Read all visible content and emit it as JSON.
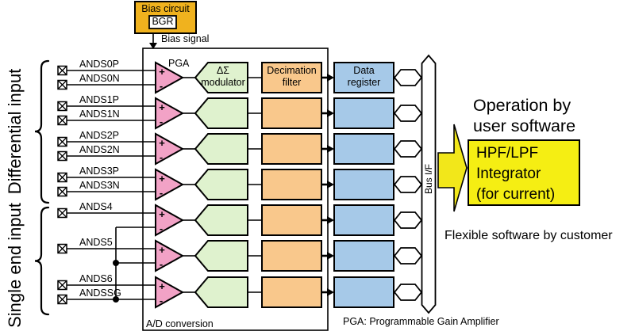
{
  "colors": {
    "pga_pink": "#F2A2C6",
    "modulator_green": "#DFF2CE",
    "decimation_orange": "#F9C88C",
    "register_blue": "#A6C9E8",
    "bias_gold": "#F0B21E",
    "software_yellow": "#F5EE13",
    "arrow_yellow": "#F2E71A"
  },
  "bias": {
    "circuit_label": "Bias circuit",
    "bgr_label": "BGR",
    "signal_label": "Bias signal"
  },
  "input_groups": {
    "differential": "Differential input",
    "single_end": "Single end input"
  },
  "pins": {
    "labels": [
      "ANDS0P",
      "ANDS0N",
      "ANDS1P",
      "ANDS1N",
      "ANDS2P",
      "ANDS2N",
      "ANDS3P",
      "ANDS3N",
      "ANDS4",
      "ANDS5",
      "ANDS6",
      "ANDSSG"
    ]
  },
  "blocks": {
    "pga_label": "PGA",
    "plus": "+",
    "minus": "-",
    "modulator_line1": "ΔΣ",
    "modulator_line2": "modulator",
    "decimation_line1": "Decimation",
    "decimation_line2": "filter",
    "register_line1": "Data",
    "register_line2": "register",
    "adc_label": "A/D conversion",
    "bus_label": "Bus I/F"
  },
  "right_panel": {
    "heading_line1": "Operation by",
    "heading_line2": "user software",
    "software_line1": "HPF/LPF",
    "software_line2": "Integrator",
    "software_line3": "(for current)",
    "footnote": "Flexible software by customer"
  },
  "footer": {
    "pga_note": "PGA: Programmable Gain Amplifier"
  }
}
